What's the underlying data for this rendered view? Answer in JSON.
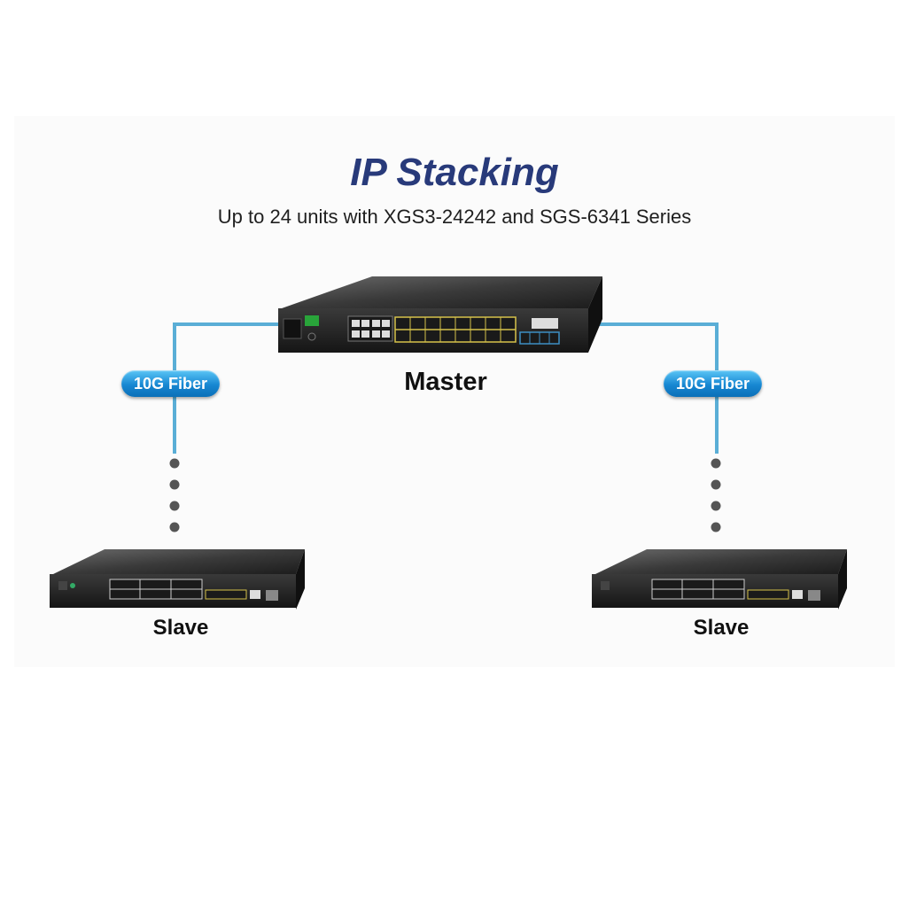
{
  "title": "IP Stacking",
  "subtitle": "Up to 24 units with XGS3-24242 and SGS-6341 Series",
  "nodes": {
    "master": {
      "label": "Master"
    },
    "slave_left": {
      "label": "Slave"
    },
    "slave_right": {
      "label": "Slave"
    }
  },
  "links": {
    "left": {
      "label": "10G Fiber"
    },
    "right": {
      "label": "10G Fiber"
    }
  },
  "colors": {
    "title": "#283a7a",
    "fiber_line": "#5aaed6",
    "pill": "#1787d2",
    "switch_body": "#2a2a2a",
    "port_yellow": "#d6c24a",
    "port_blue": "#3d8fc4"
  }
}
